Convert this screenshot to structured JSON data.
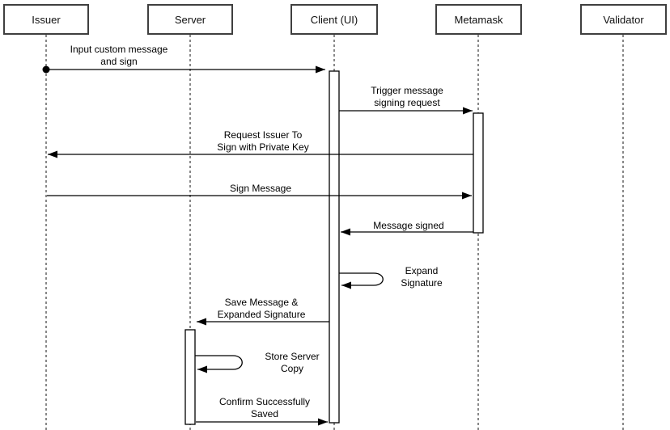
{
  "diagram": {
    "type": "uml-sequence-diagram",
    "colors": {
      "background": "#ffffff",
      "stroke": "#000000",
      "actor_border": "#3f3f3f",
      "lifeline": "#3a3a3a"
    },
    "actors": [
      {
        "label": "Issuer"
      },
      {
        "label": "Server"
      },
      {
        "label": "Client (UI)"
      },
      {
        "label": "Metamask"
      },
      {
        "label": "Validator"
      }
    ],
    "messages": [
      {
        "label": "Input custom message\nand sign",
        "from": "Issuer",
        "to": "Client (UI)",
        "self": false
      },
      {
        "label": "Trigger message\nsigning request",
        "from": "Client (UI)",
        "to": "Metamask",
        "self": false
      },
      {
        "label": "Request Issuer To\nSign with Private Key",
        "from": "Metamask",
        "to": "Issuer",
        "self": false
      },
      {
        "label": "Sign Message",
        "from": "Issuer",
        "to": "Metamask",
        "self": false
      },
      {
        "label": "Message signed",
        "from": "Metamask",
        "to": "Client (UI)",
        "self": false
      },
      {
        "label": "Expand\nSignature",
        "from": "Client (UI)",
        "to": "Client (UI)",
        "self": true
      },
      {
        "label": "Save Message &\nExpanded Signature",
        "from": "Client (UI)",
        "to": "Server",
        "self": false
      },
      {
        "label": "Store Server\nCopy",
        "from": "Server",
        "to": "Server",
        "self": true
      },
      {
        "label": "Confirm Successfully\nSaved",
        "from": "Server",
        "to": "Client (UI)",
        "self": false
      }
    ]
  }
}
